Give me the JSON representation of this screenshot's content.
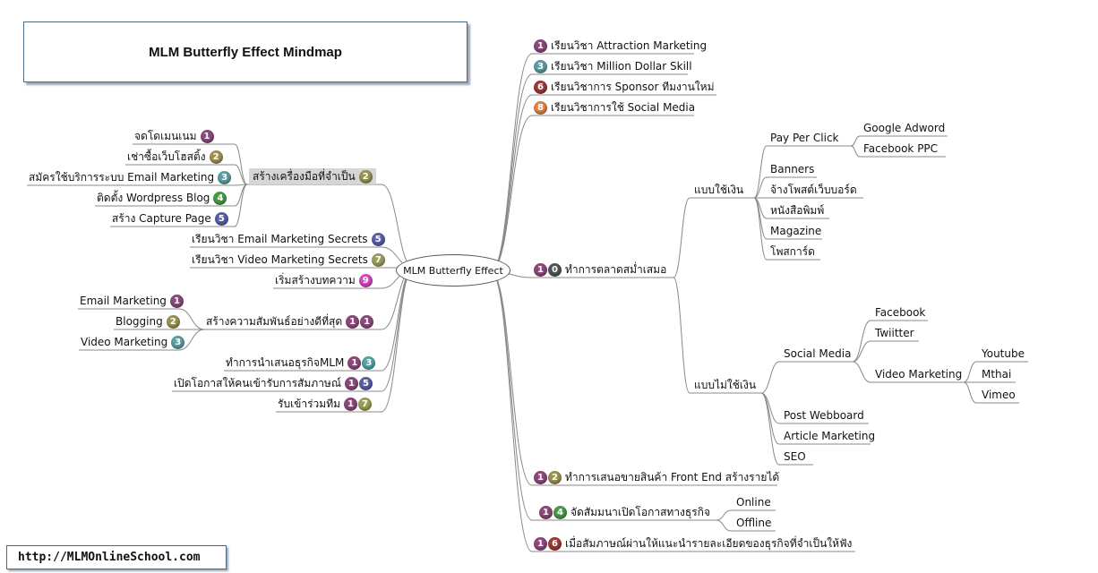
{
  "title": "MLM Butterfly Effect Mindmap",
  "url": "http://MLMOnlineSchool.com",
  "center": "MLM Butterfly Effect",
  "colors": {
    "1": "#8b4a7a",
    "2": "#9a9254",
    "3": "#5aa0a4",
    "4": "#4a9a48",
    "5": "#5a5fa8",
    "6": "#9a3a3a",
    "7": "#9aa05a",
    "8": "#e0844a",
    "9": "#d24ac0",
    "0": "#555555",
    "line": "#888888"
  },
  "left": {
    "tools": {
      "label": "สร้างเครื่องมือที่จำเป็น",
      "badges": [
        "2"
      ],
      "children": [
        {
          "label": "จดโดเมนเนม",
          "badges": [
            "1"
          ]
        },
        {
          "label": "เช่าซื้อเว็บโฮสติ้ง",
          "badges": [
            "2"
          ]
        },
        {
          "label": "สมัครใช้บริการระบบ Email Marketing",
          "badges": [
            "3"
          ]
        },
        {
          "label": "ติดตั้ง Wordpress Blog",
          "badges": [
            "4"
          ]
        },
        {
          "label": "สร้าง Capture Page",
          "badges": [
            "5"
          ]
        }
      ]
    },
    "learn_email": {
      "label": "เรียนวิชา Email Marketing Secrets",
      "badges": [
        "5"
      ]
    },
    "learn_video": {
      "label": "เรียนวิชา Video Marketing Secrets",
      "badges": [
        "7"
      ]
    },
    "write": {
      "label": "เริ่มสร้างบทความ",
      "badges": [
        "9"
      ]
    },
    "relationship": {
      "label": "สร้างความสัมพันธ์อย่างดีที่สุด",
      "badges": [
        "1",
        "1"
      ],
      "children": [
        {
          "label": "Email Marketing",
          "badges": [
            "1"
          ]
        },
        {
          "label": "Blogging",
          "badges": [
            "2"
          ]
        },
        {
          "label": "Video Marketing",
          "badges": [
            "3"
          ]
        }
      ]
    },
    "present": {
      "label": "ทำการนำเสนอธุรกิจMLM",
      "badges": [
        "1",
        "3"
      ]
    },
    "interview": {
      "label": "เปิดโอกาสให้คนเข้ารับการสัมภาษณ์",
      "badges": [
        "1",
        "5"
      ]
    },
    "join": {
      "label": "รับเข้าร่วมทีม",
      "badges": [
        "1",
        "7"
      ]
    }
  },
  "right": {
    "top": [
      {
        "label": "เรียนวิชา Attraction Marketing",
        "badges": [
          "1"
        ]
      },
      {
        "label": "เรียนวิชา Million Dollar Skill",
        "badges": [
          "3"
        ]
      },
      {
        "label": "เรียนวิชาการ Sponsor ทีมงานใหม่",
        "badges": [
          "6"
        ]
      },
      {
        "label": "เรียนวิชาการใช้ Social Media",
        "badges": [
          "8"
        ]
      }
    ],
    "marketing": {
      "label": "ทำการตลาดสม่ำเสมอ",
      "badges": [
        "1",
        "0"
      ],
      "paid": {
        "label": "แบบใช้เงิน",
        "ppc": {
          "label": "Pay Per Click",
          "children": [
            "Google Adword",
            "Facebook PPC"
          ]
        },
        "items": [
          "Banners",
          "จ้างโพสต์เว็บบอร์ด",
          "หนังสือพิมพ์",
          "Magazine",
          "โพสการ์ด"
        ]
      },
      "free": {
        "label": "แบบไม่ใช้เงิน",
        "social": {
          "label": "Social Media",
          "items": [
            "Facebook",
            "Twiitter"
          ],
          "video": {
            "label": "Video Marketing",
            "children": [
              "Youtube",
              "Mthai",
              "Vimeo"
            ]
          }
        },
        "items": [
          "Post Webboard",
          "Article Marketing",
          "SEO"
        ]
      }
    },
    "front_end": {
      "label": "ทำการเสนอขายสินค้า Front End สร้างรายได้",
      "badges": [
        "1",
        "2"
      ]
    },
    "seminar": {
      "label": "จัดสัมมนาเปิดโอกาสทางธุรกิจ",
      "badges": [
        "1",
        "4"
      ],
      "children": [
        "Online",
        "Offline"
      ]
    },
    "advise": {
      "label": "เมื่อสัมภาษณ์ผ่านให้แนะนำรายละเอียดของธุรกิจที่จำเป็นให้ฟัง",
      "badges": [
        "1",
        "6"
      ]
    }
  }
}
